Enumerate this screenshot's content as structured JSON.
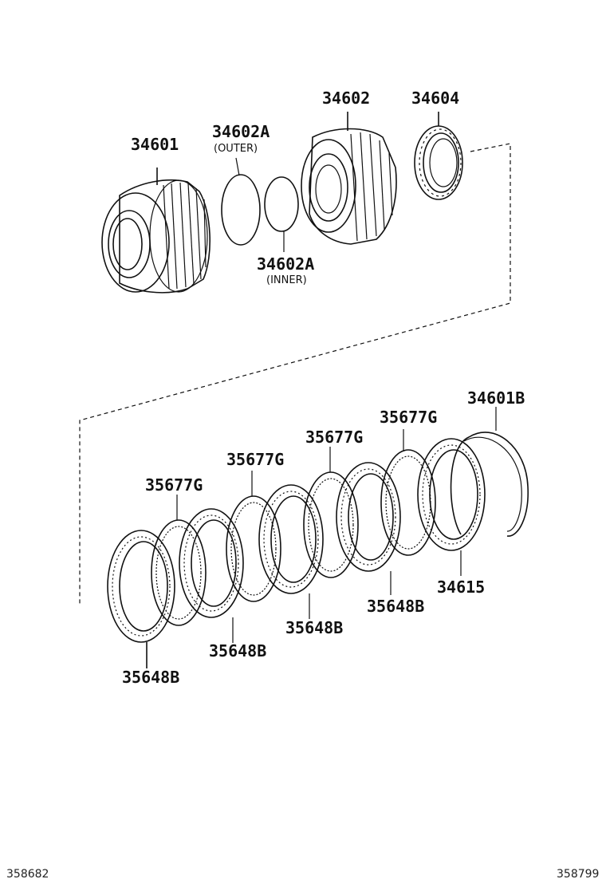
{
  "parts": {
    "p34601": "34601",
    "p34602a_outer": "34602A",
    "outer_note": "(OUTER)",
    "p34602": "34602",
    "p34604": "34604",
    "p34602a_inner": "34602A",
    "inner_note": "(INNER)",
    "p34601b": "34601B",
    "p35677g_1": "35677G",
    "p35677g_2": "35677G",
    "p35677g_3": "35677G",
    "p35677g_4": "35677G",
    "p34615": "34615",
    "p35648b_1": "35648B",
    "p35648b_2": "35648B",
    "p35648b_3": "35648B",
    "p35648b_4": "35648B"
  },
  "footer": {
    "left_code": "358682",
    "right_code": "358799"
  }
}
